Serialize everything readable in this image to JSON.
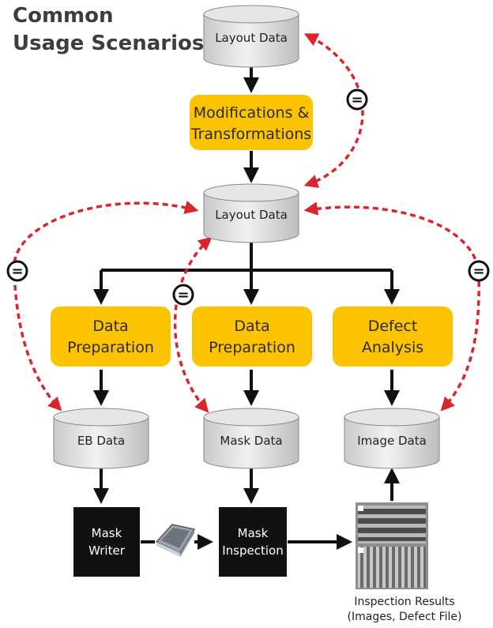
{
  "title": {
    "line1": "Common",
    "line2": "Usage Scenarios"
  },
  "nodes": {
    "layout_data_top": "Layout Data",
    "modifications_line1": "Modifications &",
    "modifications_line2": "Transformations",
    "layout_data_mid": "Layout Data",
    "data_prep_left_line1": "Data",
    "data_prep_left_line2": "Preparation",
    "data_prep_center_line1": "Data",
    "data_prep_center_line2": "Preparation",
    "defect_analysis_line1": "Defect",
    "defect_analysis_line2": "Analysis",
    "eb_data": "EB Data",
    "mask_data": "Mask Data",
    "image_data": "Image Data",
    "mask_writer_line1": "Mask",
    "mask_writer_line2": "Writer",
    "mask_inspection_line1": "Mask",
    "mask_inspection_line2": "Inspection",
    "inspection_results_line1": "Inspection Results",
    "inspection_results_line2": "(Images, Defect File)"
  },
  "equivalence_symbol": "=",
  "colors": {
    "process_box": "#FCC300",
    "cylinder_fill": "#d9d9d9",
    "black_box": "#111111",
    "dashed_arrow": "#d8262c",
    "arrow": "#111111"
  },
  "icons": [
    "photomask-icon",
    "sem-image-icon"
  ]
}
